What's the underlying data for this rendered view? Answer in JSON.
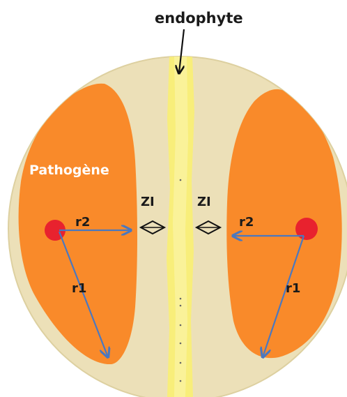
{
  "labels": {
    "endophyte": "endophyte",
    "pathogene": "Pathogène",
    "zi_left": "ZI",
    "zi_right": "ZI",
    "r2_left": "r2",
    "r2_right": "r2",
    "r1_left": "r1",
    "r1_right": "r1"
  },
  "colors": {
    "dish": "#ece0b8",
    "dish_border": "#ddd0a0",
    "pathogen": "#f98a2a",
    "pathogen_core": "#f26d16",
    "endophyte_strip": "#f8ee7a",
    "inoculum_dot": "#e8222e",
    "arrow": "#4a78c0",
    "text_dark": "#1a1a1a",
    "text_white": "#ffffff"
  }
}
